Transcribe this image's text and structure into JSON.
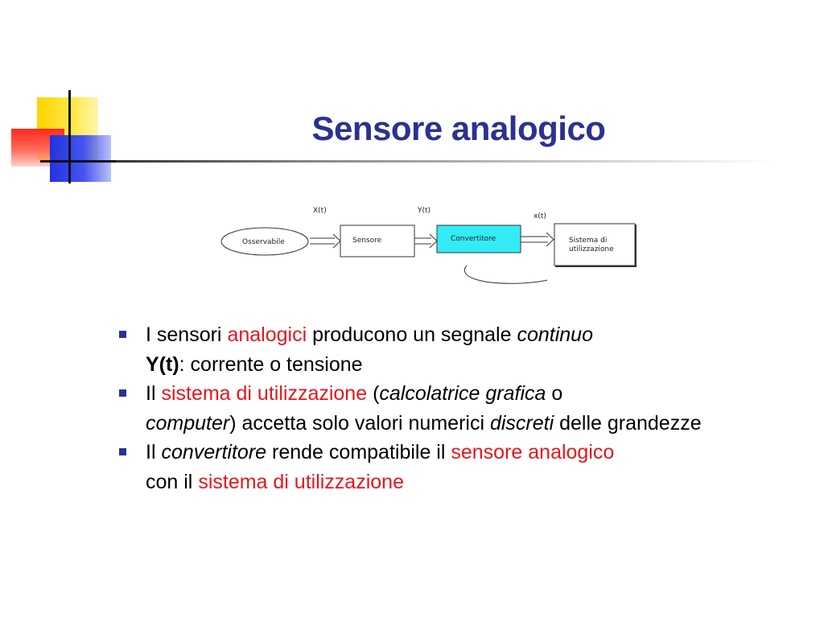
{
  "slide": {
    "title": "Sensore analogico"
  },
  "diagram": {
    "blocks": {
      "observable": "Osservabile",
      "sensor": "Sensore",
      "converter": "Convertitore",
      "system_line1": "Sistema di",
      "system_line2": "utilizzazione"
    },
    "signals": {
      "x_input": "X(t)",
      "y_output": "Y(t)",
      "x_digital": "x(t)"
    },
    "colors": {
      "converter_fill": "#33ecf5"
    }
  },
  "bullets": [
    {
      "p1": "I sensori ",
      "p2_red": "analogici",
      "p3": " producono un segnale ",
      "p4_italic": "continuo",
      "p5_bold": "Y(t)",
      "p6": ": corrente o tensione"
    },
    {
      "p1": "Il ",
      "p2_red": "sistema di utilizzazione",
      "p3": " (",
      "p4_italic": "calcolatrice grafica",
      "p5": " o ",
      "p6_italic": "computer",
      "p7": ") accetta solo valori numerici ",
      "p8_italic": "discreti",
      "p9": " delle grandezze"
    },
    {
      "p1": "Il ",
      "p2_italic": "convertitore",
      "p3": " rende compatibile il ",
      "p4_red": "sensore analogico",
      "p5": " con il ",
      "p6_red": "sistema di utilizzazione"
    }
  ],
  "theme": {
    "title_color": "#2b3192",
    "highlight_red": "#e8151b",
    "bullet_color": "#2b3192"
  }
}
